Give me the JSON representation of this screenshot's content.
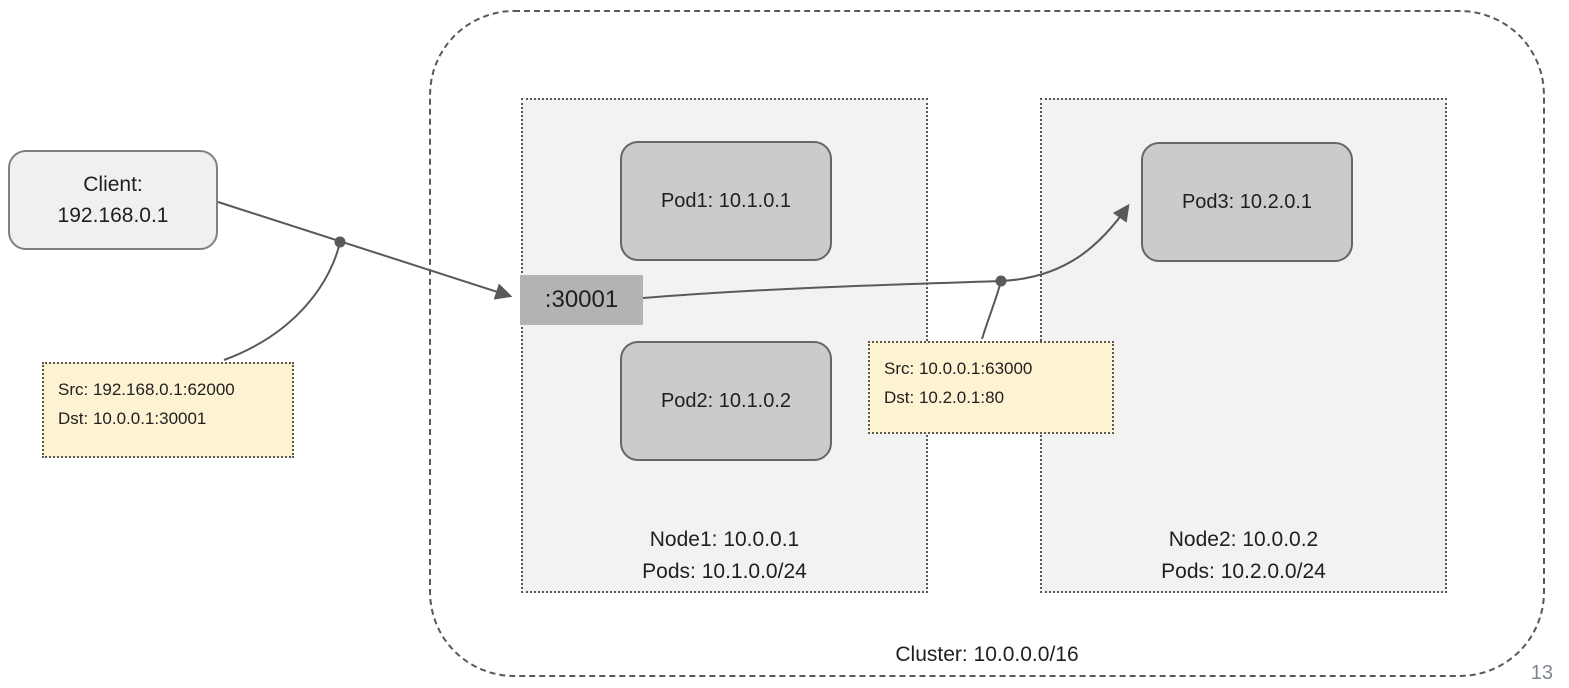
{
  "page": {
    "number": "13"
  },
  "colors": {
    "line": "#595959",
    "client_fill": "#f0f0f0",
    "node_fill": "#f2f2f2",
    "pod_fill": "#cbcbcb",
    "nodeport_fill": "#b3b3b3",
    "note_fill": "#fdf2d2",
    "page_number": "#7f868c"
  },
  "client": {
    "line1": "Client:",
    "line2": "192.168.0.1"
  },
  "nodeport": {
    "label": ":30001"
  },
  "notes": {
    "client_packet": {
      "line1": "Src: 192.168.0.1:62000",
      "line2": "Dst: 10.0.0.1:30001"
    },
    "snat_packet": {
      "line1": "Src: 10.0.0.1:63000",
      "line2": "Dst: 10.2.0.1:80"
    }
  },
  "cluster": {
    "label": "Cluster: 10.0.0.0/16",
    "nodes": [
      {
        "title": "Node1: 10.0.0.1",
        "subtitle": "Pods: 10.1.0.0/24",
        "pods": [
          "Pod1: 10.1.0.1",
          "Pod2: 10.1.0.2"
        ]
      },
      {
        "title": "Node2: 10.0.0.2",
        "subtitle": "Pods: 10.2.0.0/24",
        "pods": [
          "Pod3: 10.2.0.1"
        ]
      }
    ]
  }
}
